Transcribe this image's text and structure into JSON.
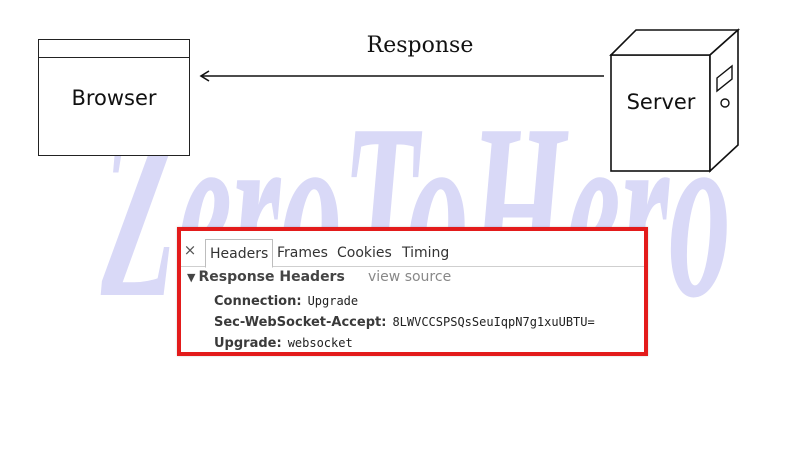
{
  "watermark": {
    "text": "ZeroToHero",
    "color": "#d9d9f7"
  },
  "diagram": {
    "browser_label": "Browser",
    "server_label": "Server",
    "response_label": "Response"
  },
  "devtools": {
    "close_icon": "×",
    "tabs": [
      {
        "label": "Headers",
        "active": true
      },
      {
        "label": "Frames",
        "active": false
      },
      {
        "label": "Cookies",
        "active": false
      },
      {
        "label": "Timing",
        "active": false
      }
    ],
    "section_title": "Response Headers",
    "view_source": "view source",
    "headers": [
      {
        "name": "Connection:",
        "value": "Upgrade"
      },
      {
        "name": "Sec-WebSocket-Accept:",
        "value": "8LWVCCSPSQsSeuIqpN7g1xuUBTU="
      },
      {
        "name": "Upgrade:",
        "value": "websocket"
      }
    ],
    "highlight_color": "#e31b1b"
  }
}
